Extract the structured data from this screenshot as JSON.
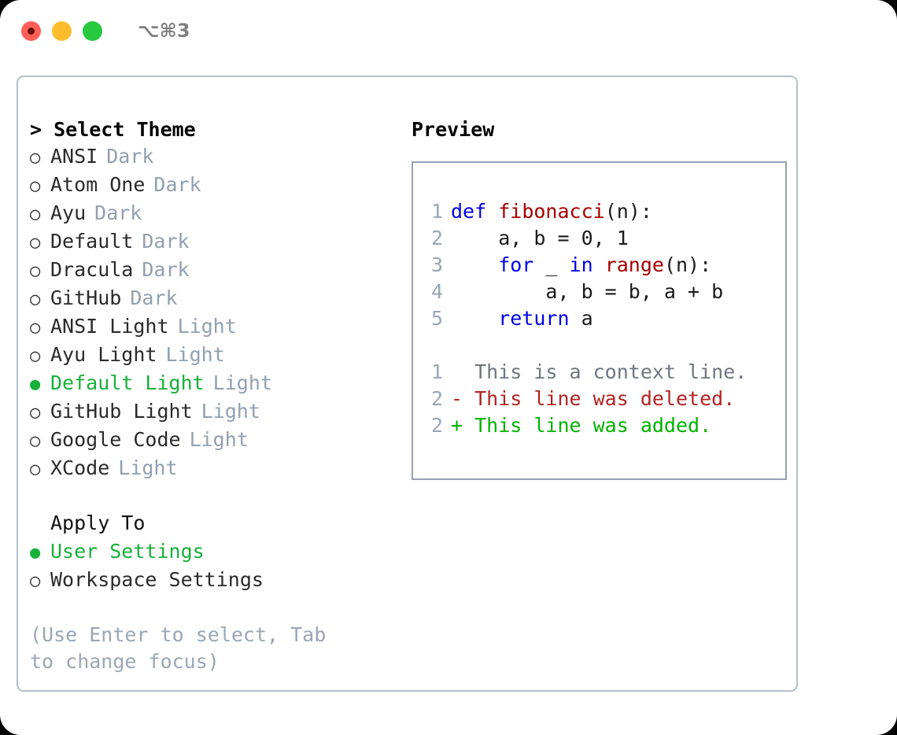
{
  "window": {
    "shortcut": "⌥⌘3",
    "traffic_lights": [
      {
        "name": "close",
        "color": "#ff5f56"
      },
      {
        "name": "minimize",
        "color": "#ffbd2e"
      },
      {
        "name": "maximize",
        "color": "#28c93f"
      }
    ]
  },
  "theme_panel": {
    "header": "> Select Theme",
    "selected_color": "#17b03a",
    "tag_color": "#92a0b0",
    "options": [
      {
        "bullet": "○",
        "label": "ANSI",
        "tag": "Dark",
        "selected": false
      },
      {
        "bullet": "○",
        "label": "Atom One",
        "tag": "Dark",
        "selected": false
      },
      {
        "bullet": "○",
        "label": "Ayu",
        "tag": "Dark",
        "selected": false
      },
      {
        "bullet": "○",
        "label": "Default",
        "tag": "Dark",
        "selected": false
      },
      {
        "bullet": "○",
        "label": "Dracula",
        "tag": "Dark",
        "selected": false
      },
      {
        "bullet": "○",
        "label": "GitHub",
        "tag": "Dark",
        "selected": false
      },
      {
        "bullet": "○",
        "label": "ANSI Light",
        "tag": "Light",
        "selected": false
      },
      {
        "bullet": "○",
        "label": "Ayu Light",
        "tag": "Light",
        "selected": false
      },
      {
        "bullet": "●",
        "label": "Default Light",
        "tag": "Light",
        "selected": true
      },
      {
        "bullet": "○",
        "label": "GitHub Light",
        "tag": "Light",
        "selected": false
      },
      {
        "bullet": "○",
        "label": "Google Code",
        "tag": "Light",
        "selected": false
      },
      {
        "bullet": "○",
        "label": "XCode",
        "tag": "Light",
        "selected": false
      }
    ]
  },
  "apply_to": {
    "header": "Apply To",
    "options": [
      {
        "bullet": "●",
        "label": "User Settings",
        "selected": true
      },
      {
        "bullet": "○",
        "label": "Workspace Settings",
        "selected": false
      }
    ]
  },
  "hint": "(Use Enter to select, Tab to change focus)",
  "preview": {
    "title": "Preview",
    "code_lines": [
      {
        "number": "1",
        "tokens": [
          {
            "text": "def ",
            "type": "kw"
          },
          {
            "text": "fibonacci",
            "type": "fn"
          },
          {
            "text": "(n):",
            "type": "plain"
          }
        ]
      },
      {
        "number": "2",
        "tokens": [
          {
            "text": "    a, b = 0, 1",
            "type": "plain"
          }
        ]
      },
      {
        "number": "3",
        "tokens": [
          {
            "text": "    for ",
            "type": "kw"
          },
          {
            "text": "_ ",
            "type": "plain"
          },
          {
            "text": "in ",
            "type": "kw"
          },
          {
            "text": "range",
            "type": "fn"
          },
          {
            "text": "(n):",
            "type": "plain"
          }
        ]
      },
      {
        "number": "4",
        "tokens": [
          {
            "text": "        a, b = b, a + b",
            "type": "plain"
          }
        ]
      },
      {
        "number": "5",
        "tokens": [
          {
            "text": "    return ",
            "type": "kw"
          },
          {
            "text": "a",
            "type": "plain"
          }
        ]
      }
    ],
    "diff_lines": [
      {
        "number": "1",
        "marker": " ",
        "text": " This is a context line.",
        "type": "ctx"
      },
      {
        "number": "2",
        "marker": "-",
        "text": " This line was deleted.",
        "type": "del"
      },
      {
        "number": "2",
        "marker": "+",
        "text": " This line was added.",
        "type": "add"
      }
    ]
  }
}
